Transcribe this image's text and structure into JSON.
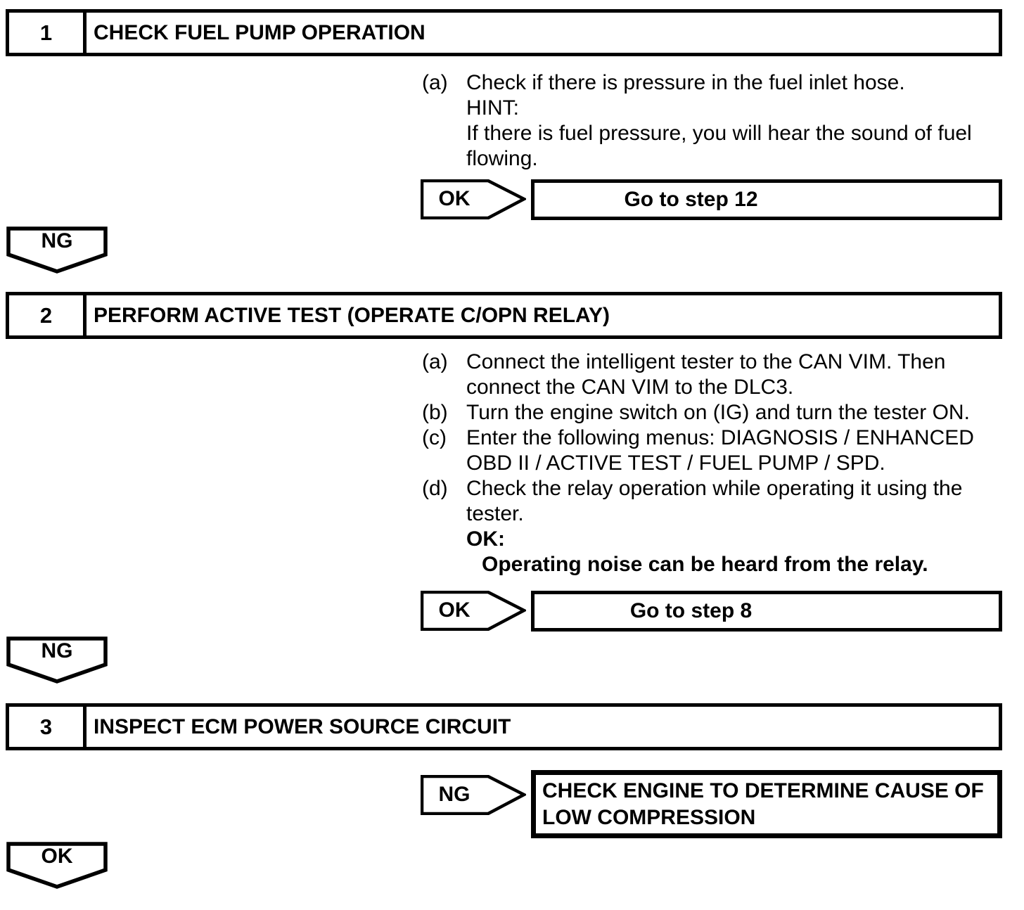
{
  "labels": {
    "ok": "OK",
    "ng": "NG"
  },
  "steps": [
    {
      "number": "1",
      "title": "CHECK FUEL PUMP OPERATION",
      "lines": [
        {
          "label": "(a)",
          "text": "Check if there is pressure in the fuel inlet hose."
        },
        {
          "label": "",
          "text": "HINT:"
        },
        {
          "label": "",
          "text": "If there is fuel pressure, you will hear the sound of fuel"
        },
        {
          "label": "",
          "text": "flowing."
        }
      ],
      "ok_target": "Go to step 12"
    },
    {
      "number": "2",
      "title": "PERFORM ACTIVE TEST (OPERATE C/OPN RELAY)",
      "lines": [
        {
          "label": "(a)",
          "text": "Connect the intelligent tester to the CAN VIM. Then"
        },
        {
          "label": "",
          "text": "connect the CAN VIM to the DLC3."
        },
        {
          "label": "(b)",
          "text": "Turn the engine switch on (IG) and turn the tester ON."
        },
        {
          "label": "(c)",
          "text": "Enter the following menus: DIAGNOSIS / ENHANCED"
        },
        {
          "label": "",
          "text": "OBD II / ACTIVE TEST / FUEL PUMP / SPD."
        },
        {
          "label": "(d)",
          "text": "Check the relay operation while operating it using the"
        },
        {
          "label": "",
          "text": "tester."
        },
        {
          "label": "",
          "text": "OK:"
        },
        {
          "label": "",
          "text": "Operating noise can be heard from the relay."
        }
      ],
      "ok_target": "Go to step 8"
    },
    {
      "number": "3",
      "title": "INSPECT ECM POWER SOURCE CIRCUIT",
      "ng_target_line1": "CHECK ENGINE TO DETERMINE CAUSE OF",
      "ng_target_line2": "LOW COMPRESSION"
    }
  ]
}
